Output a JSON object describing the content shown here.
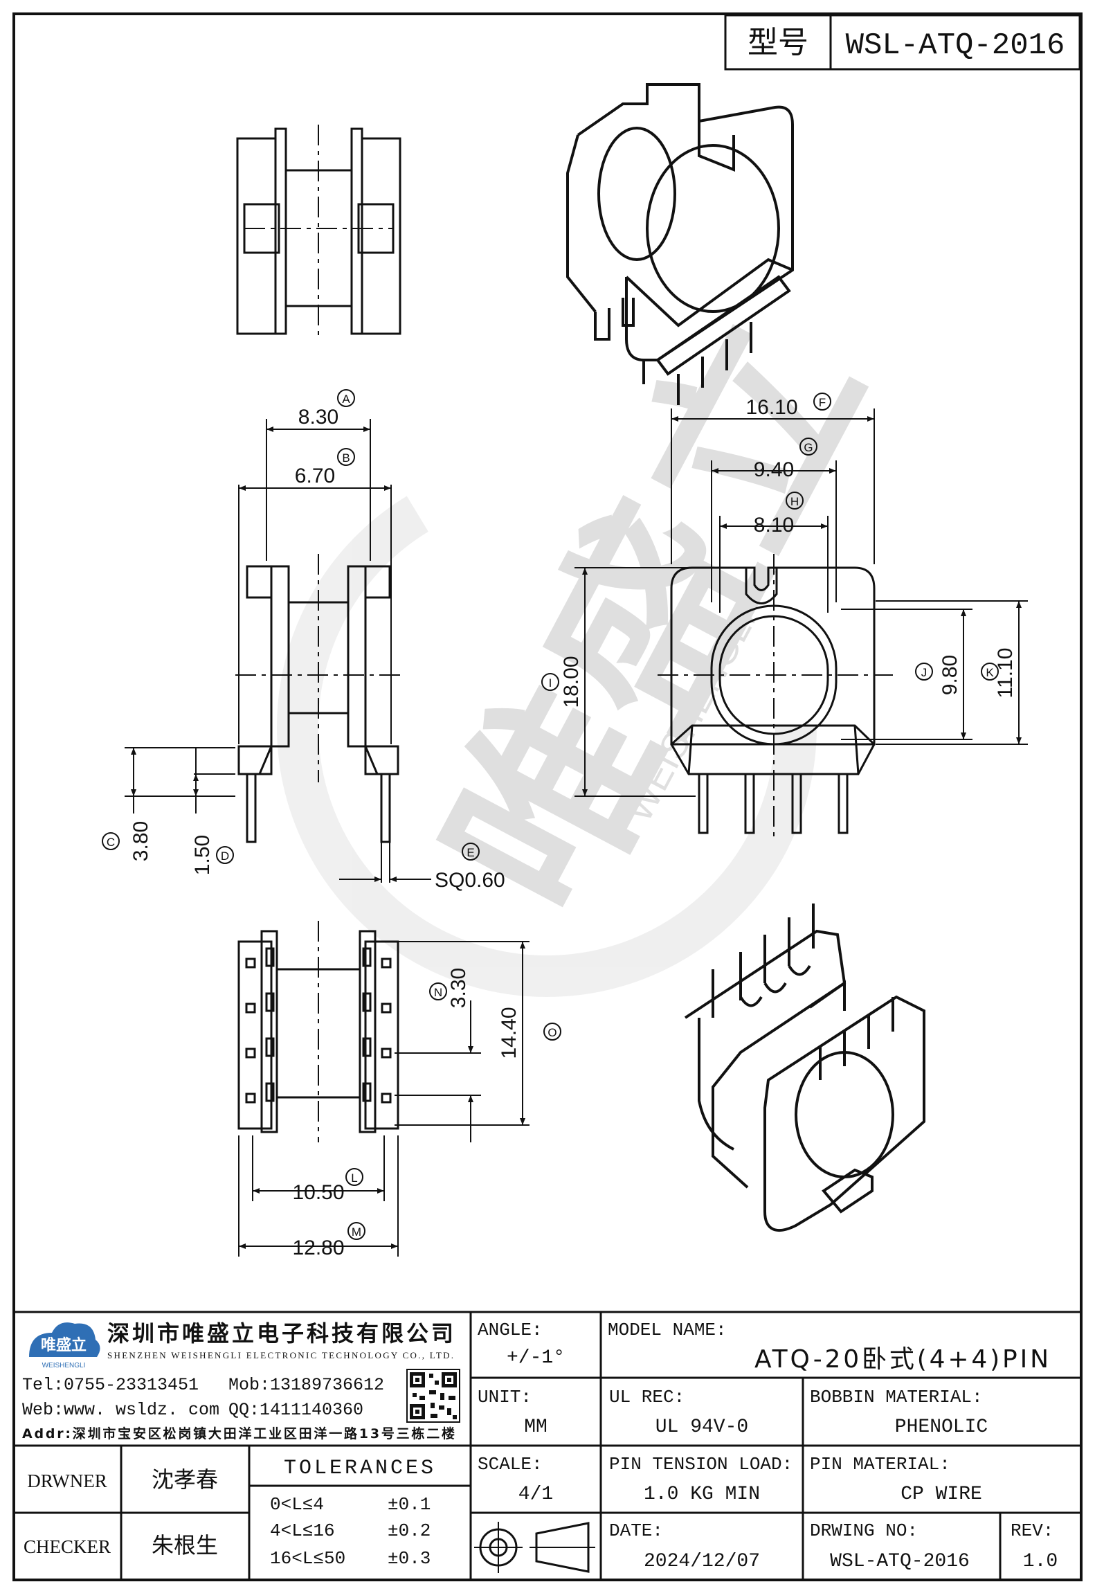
{
  "title_block": {
    "model_label": "型号",
    "model_code": "WSL-ATQ-2016"
  },
  "dimensions": {
    "A": {
      "letter": "A",
      "value": "8.30"
    },
    "B": {
      "letter": "B",
      "value": "6.70"
    },
    "C": {
      "letter": "C",
      "value": "3.80"
    },
    "D": {
      "letter": "D",
      "value": "1.50"
    },
    "E": {
      "letter": "E",
      "value": "SQ0.60"
    },
    "F": {
      "letter": "F",
      "value": "16.10"
    },
    "G": {
      "letter": "G",
      "value": "9.40"
    },
    "H": {
      "letter": "H",
      "value": "8.10"
    },
    "I": {
      "letter": "I",
      "value": "18.00"
    },
    "J": {
      "letter": "J",
      "value": "9.80"
    },
    "K": {
      "letter": "K",
      "value": "11.10"
    },
    "L": {
      "letter": "L",
      "value": "10.50"
    },
    "M": {
      "letter": "M",
      "value": "12.80"
    },
    "N": {
      "letter": "N",
      "value": "3.30"
    },
    "O": {
      "letter": "O",
      "value": "14.40"
    }
  },
  "watermark": {
    "brand": "唯盛立",
    "latin": "WEISHENGLI"
  },
  "company": {
    "logo_cn": "唯盛立",
    "logo_en": "WEISHENGLI",
    "name_cn": "深圳市唯盛立电子科技有限公司",
    "name_en": "SHENZHEN WEISHENGLI ELECTRONIC TECHNOLOGY CO., LTD.",
    "tel": "Tel:0755-23313451",
    "mob": "Mob:13189736612",
    "web": "Web:www. wsldz. com",
    "qq": "QQ:1411140360",
    "addr": "Addr:深圳市宝安区松岗镇大田洋工业区田洋一路13号三栋二楼"
  },
  "spec": {
    "angle_label": "ANGLE:",
    "angle_value": "+/-1°",
    "model_name_label": "MODEL NAME:",
    "model_name_value": "ATQ-20卧式(4+4)PIN",
    "unit_label": "UNIT:",
    "unit_value": "MM",
    "ul_label": "UL REC:",
    "ul_value": "UL 94V-0",
    "bobbin_label": "BOBBIN MATERIAL:",
    "bobbin_value": "PHENOLIC",
    "scale_label": "SCALE:",
    "scale_value": "4/1",
    "pin_tension_label": "PIN TENSION LOAD:",
    "pin_tension_value": "1.0 KG MIN",
    "pin_material_label": "PIN MATERIAL:",
    "pin_material_value": "CP WIRE",
    "date_label": "DATE:",
    "date_value": "2024/12/07",
    "drawing_no_label": "DRWING NO:",
    "drawing_no_value": "WSL-ATQ-2016",
    "rev_label": "REV:",
    "rev_value": "1.0"
  },
  "people": {
    "drawer_label": "DRWNER",
    "drawer_name": "沈孝春",
    "checker_label": "CHECKER",
    "checker_name": "朱根生"
  },
  "tolerances": {
    "title": "TOLERANCES",
    "rows": [
      {
        "range": "0<L≤4",
        "tol": "±0.1"
      },
      {
        "range": "4<L≤16",
        "tol": "±0.2"
      },
      {
        "range": "16<L≤50",
        "tol": "±0.3"
      }
    ]
  }
}
